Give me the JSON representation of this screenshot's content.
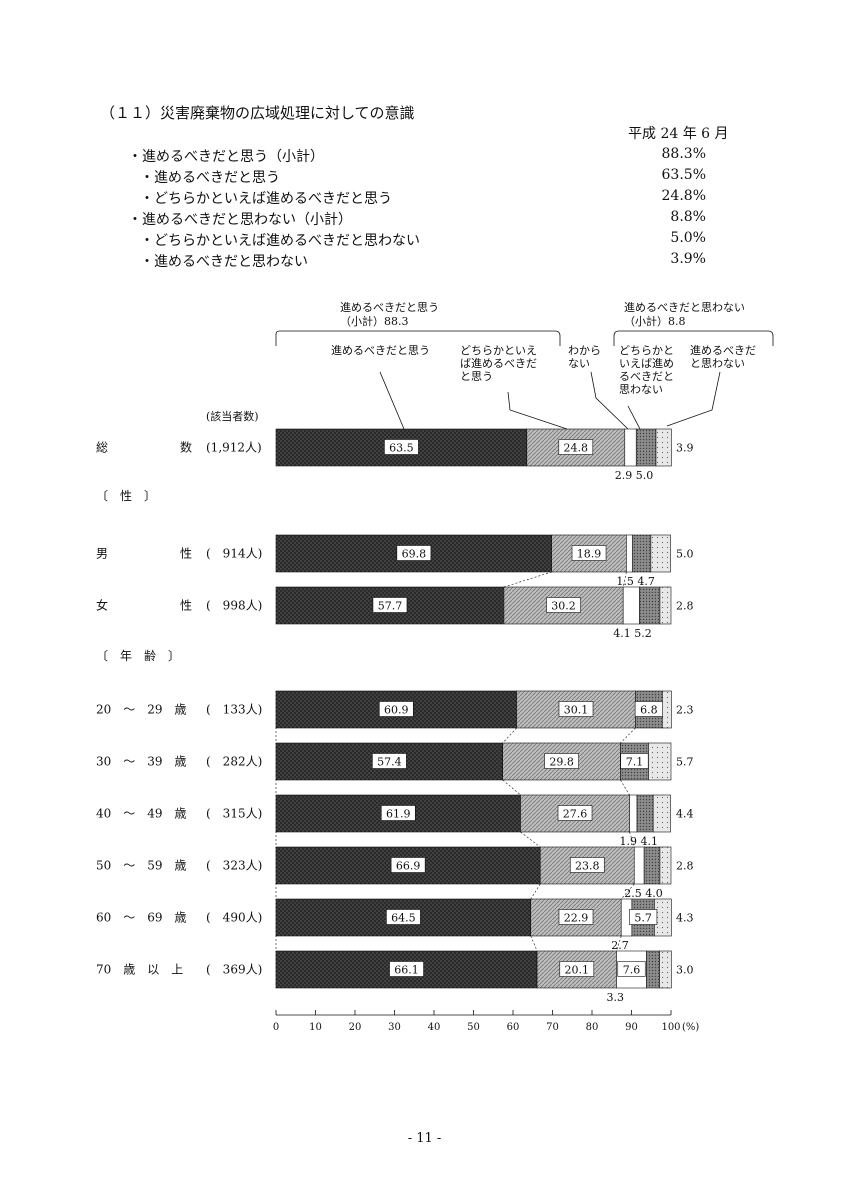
{
  "section_title": "（１１）災害廃棄物の広域処理に対しての意識",
  "survey_date": "平成 24 年 6 月",
  "summary": [
    {
      "label": "・進めるべきだと思う（小計）",
      "value": "88.3%"
    },
    {
      "label": "・進めるべきだと思う",
      "value": "63.5%"
    },
    {
      "label": "・どちらかといえば進めるべきだと思う",
      "value": "24.8%"
    },
    {
      "label": "・進めるべきだと思わない（小計）",
      "value": "8.8%"
    },
    {
      "label": "・どちらかといえば進めるべきだと思わない",
      "value": "5.0%"
    },
    {
      "label": "・進めるべきだと思わない",
      "value": "3.9%"
    }
  ],
  "page_number": "- 11 -",
  "colors": {
    "should": "#2a2a2a",
    "rather_should": "#bdbdbd",
    "dont_know": "#ffffff",
    "rather_not": "#8c8c8c",
    "should_not": "#e8e8e8",
    "ink": "#111111"
  },
  "chart_data": {
    "type": "bar",
    "orientation": "horizontal-stacked",
    "count_header": "(該当者数)",
    "group_headers": [
      {
        "text": "進めるべきだと思う\n（小計）88.3"
      },
      {
        "text": "進めるべきだと思わない\n（小計）8.8"
      }
    ],
    "legend": [
      "進めるべきだと思う",
      "どちらかといえ\nば進めるべきだ\nと思う",
      "わから\nない",
      "どちらかと\nいえば進め\nるべきだと\n思わない",
      "進めるべきだ\nと思わない"
    ],
    "section_labels": [
      "〔　性　〕",
      "〔　年　齢　〕"
    ],
    "rows": [
      {
        "label": "総　　　　　　数",
        "n": "(1,912人)",
        "values": [
          63.5,
          24.8,
          2.9,
          5.0,
          3.9
        ],
        "inner_labels": [
          "63.5",
          "24.8"
        ],
        "below_label": "2.9 5.0",
        "right_label": "3.9"
      },
      {
        "label": "男　　　　　　性",
        "n": "(　914人)",
        "values": [
          69.8,
          18.9,
          1.5,
          4.7,
          5.0
        ],
        "inner_labels": [
          "69.8",
          "18.9"
        ],
        "below_label": "1.5 4.7",
        "right_label": "5.0"
      },
      {
        "label": "女　　　　　　性",
        "n": "(　998人)",
        "values": [
          57.7,
          30.2,
          4.1,
          5.2,
          2.8
        ],
        "inner_labels": [
          "57.7",
          "30.2"
        ],
        "below_label": "4.1 5.2",
        "right_label": "2.8"
      },
      {
        "label": "20　～　29　歳",
        "n": "(　133人)",
        "values": [
          60.9,
          30.1,
          0.0,
          6.8,
          2.3
        ],
        "inner_labels": [
          "60.9",
          "30.1",
          "6.8"
        ],
        "below_label": "",
        "right_label": "2.3"
      },
      {
        "label": "30　～　39　歳",
        "n": "(　282人)",
        "values": [
          57.4,
          29.8,
          0.0,
          7.1,
          5.7
        ],
        "inner_labels": [
          "57.4",
          "29.8",
          "7.1"
        ],
        "below_label": "",
        "right_label": "5.7"
      },
      {
        "label": "40　～　49　歳",
        "n": "(　315人)",
        "values": [
          61.9,
          27.6,
          1.9,
          4.1,
          4.4
        ],
        "inner_labels": [
          "61.9",
          "27.6"
        ],
        "below_label": "1.9 4.1",
        "right_label": "4.4"
      },
      {
        "label": "50　～　59　歳",
        "n": "(　323人)",
        "values": [
          66.9,
          23.8,
          2.5,
          4.0,
          2.8
        ],
        "inner_labels": [
          "66.9",
          "23.8"
        ],
        "below_label": "2.5 4.0",
        "right_label": "2.8"
      },
      {
        "label": "60　～　69　歳",
        "n": "(　490人)",
        "values": [
          64.5,
          22.9,
          2.7,
          5.7,
          4.3
        ],
        "inner_labels": [
          "64.5",
          "22.9",
          "5.7"
        ],
        "below_label": "2.7",
        "right_label": "4.3"
      },
      {
        "label": "70　歳　以　上",
        "n": "(　369人)",
        "values": [
          66.1,
          20.1,
          7.6,
          3.3,
          3.0
        ],
        "inner_labels": [
          "66.1",
          "20.1",
          "7.6"
        ],
        "below_label": "3.3",
        "right_label": "3.0"
      }
    ],
    "x_ticks": [
      "0",
      "10",
      "20",
      "30",
      "40",
      "50",
      "60",
      "70",
      "80",
      "90",
      "100"
    ],
    "x_unit": "(%)",
    "xlim": [
      0,
      100
    ]
  }
}
